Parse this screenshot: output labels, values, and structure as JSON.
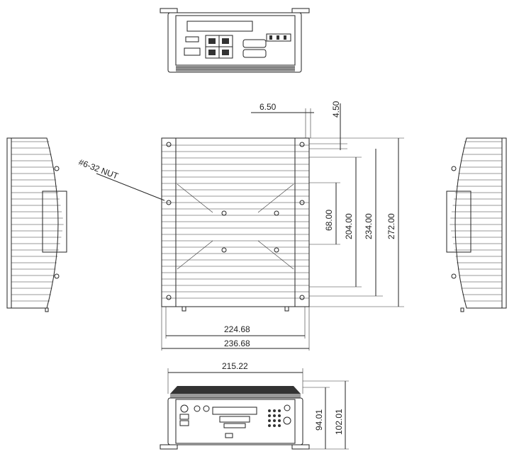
{
  "annotations": {
    "nut_label": "#6-32 NUT"
  },
  "dimensions": {
    "edge_offset_x": "6.50",
    "edge_offset_y": "4.50",
    "hole_spacing_inner": "68.00",
    "hole_spacing_mid": "204.00",
    "hole_spacing_outer": "234.00",
    "overall_height": "272.00",
    "hole_span_width": "224.68",
    "overall_width": "236.68",
    "front_width": "215.22",
    "front_height_inner": "94.01",
    "front_height_outer": "102.01"
  },
  "colors": {
    "line": "#222222",
    "fill_dark": "#333333",
    "fill_mid": "#9a9a9a"
  }
}
